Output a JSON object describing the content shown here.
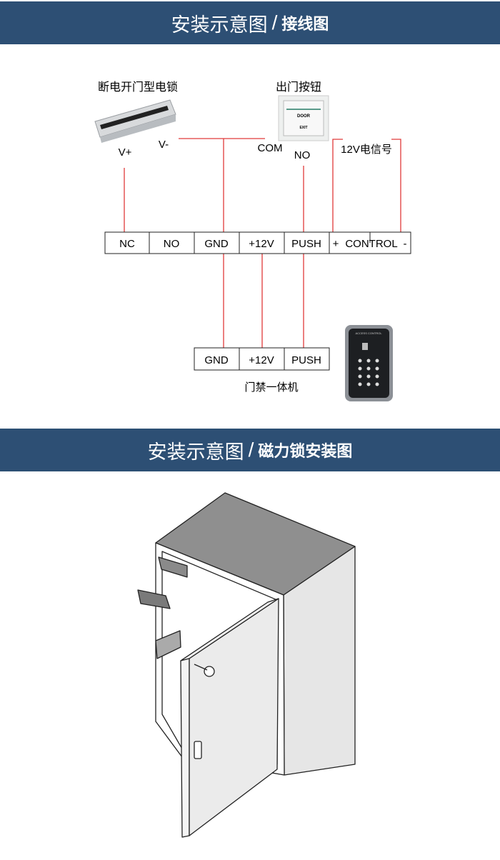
{
  "section1": {
    "title": "安装示意图",
    "separator": "/",
    "subtitle": "接线图"
  },
  "section2": {
    "title": "安装示意图",
    "separator": "/",
    "subtitle": "磁力锁安装图"
  },
  "wiring": {
    "lock_label": "断电开门型电锁",
    "lock_v_plus": "V+",
    "lock_v_minus": "V-",
    "button_label": "出门按钮",
    "button_com": "COM",
    "button_no": "NO",
    "button_face_top": "DOOR",
    "button_face_bottom": "EXIT",
    "signal_label": "12V电信号",
    "terminals": [
      "NC",
      "NO",
      "GND",
      "+12V",
      "PUSH"
    ],
    "control_plus": "+",
    "control_label": "CONTROL",
    "control_minus": "-",
    "reader_terminals": [
      "GND",
      "+12V",
      "PUSH"
    ],
    "reader_label": "门禁一体机",
    "reader_face": "ACCESS CONTROL",
    "wire_color": "#e03a3a"
  }
}
